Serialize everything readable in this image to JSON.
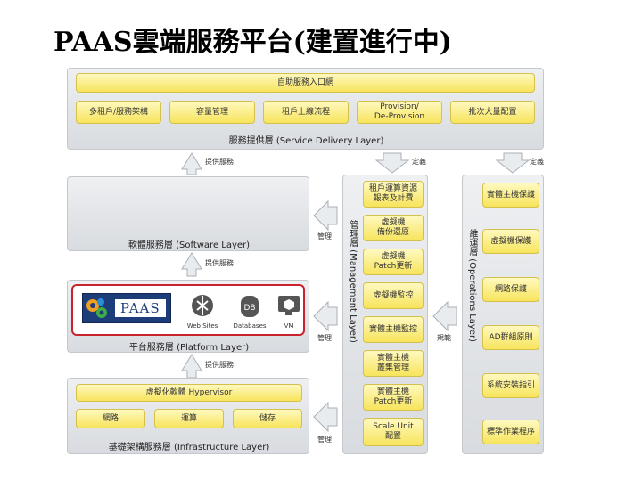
{
  "title": "PAAS雲端服務平台(建置進行中)",
  "service_layer": {
    "portal": "自助服務入口網",
    "items": [
      "多租戶/服務架構",
      "容量管理",
      "租戶上線流程",
      "Provision/\nDe-Provision",
      "批次大量配置"
    ],
    "label": "服務提供層 (Service Delivery Layer)"
  },
  "software_layer": {
    "label": "軟體服務層 (Software Layer)"
  },
  "platform_layer": {
    "label": "平台服務層 (Platform Layer)",
    "paas": "PAAS",
    "icons": [
      {
        "name": "Web Sites",
        "icon": "web-sites-icon"
      },
      {
        "name": "Databases",
        "icon": "databases-icon",
        "glyph": "DB"
      },
      {
        "name": "VM",
        "icon": "vm-icon"
      }
    ]
  },
  "infra_layer": {
    "hypervisor": "虛擬化軟體 Hypervisor",
    "items": [
      "網路",
      "運算",
      "儲存"
    ],
    "label": "基礎架構服務層 (Infrastructure Layer)"
  },
  "management_layer": {
    "label": "管理層 (Management Layer)",
    "items": [
      "租戶運算資源\n報表及計費",
      "虛擬機\n備份還原",
      "虛擬機\nPatch更新",
      "虛擬機監控",
      "實體主機監控",
      "實體主機\n叢集管理",
      "實體主機\nPatch更新",
      "Scale Unit\n配置"
    ]
  },
  "operations_layer": {
    "label": "維運層 (Operations Layer)",
    "items": [
      "實體主機保護",
      "虛擬機保護",
      "網路保護",
      "AD群組原則",
      "系統安裝指引",
      "標準作業程序"
    ]
  },
  "arrow_labels": {
    "provide1": "提供服務",
    "provide2": "提供服務",
    "provide3": "提供服務",
    "define1": "定義",
    "define2": "定義",
    "manage1": "管理",
    "manage2": "管理",
    "manage3": "管理",
    "guide": "規範"
  }
}
